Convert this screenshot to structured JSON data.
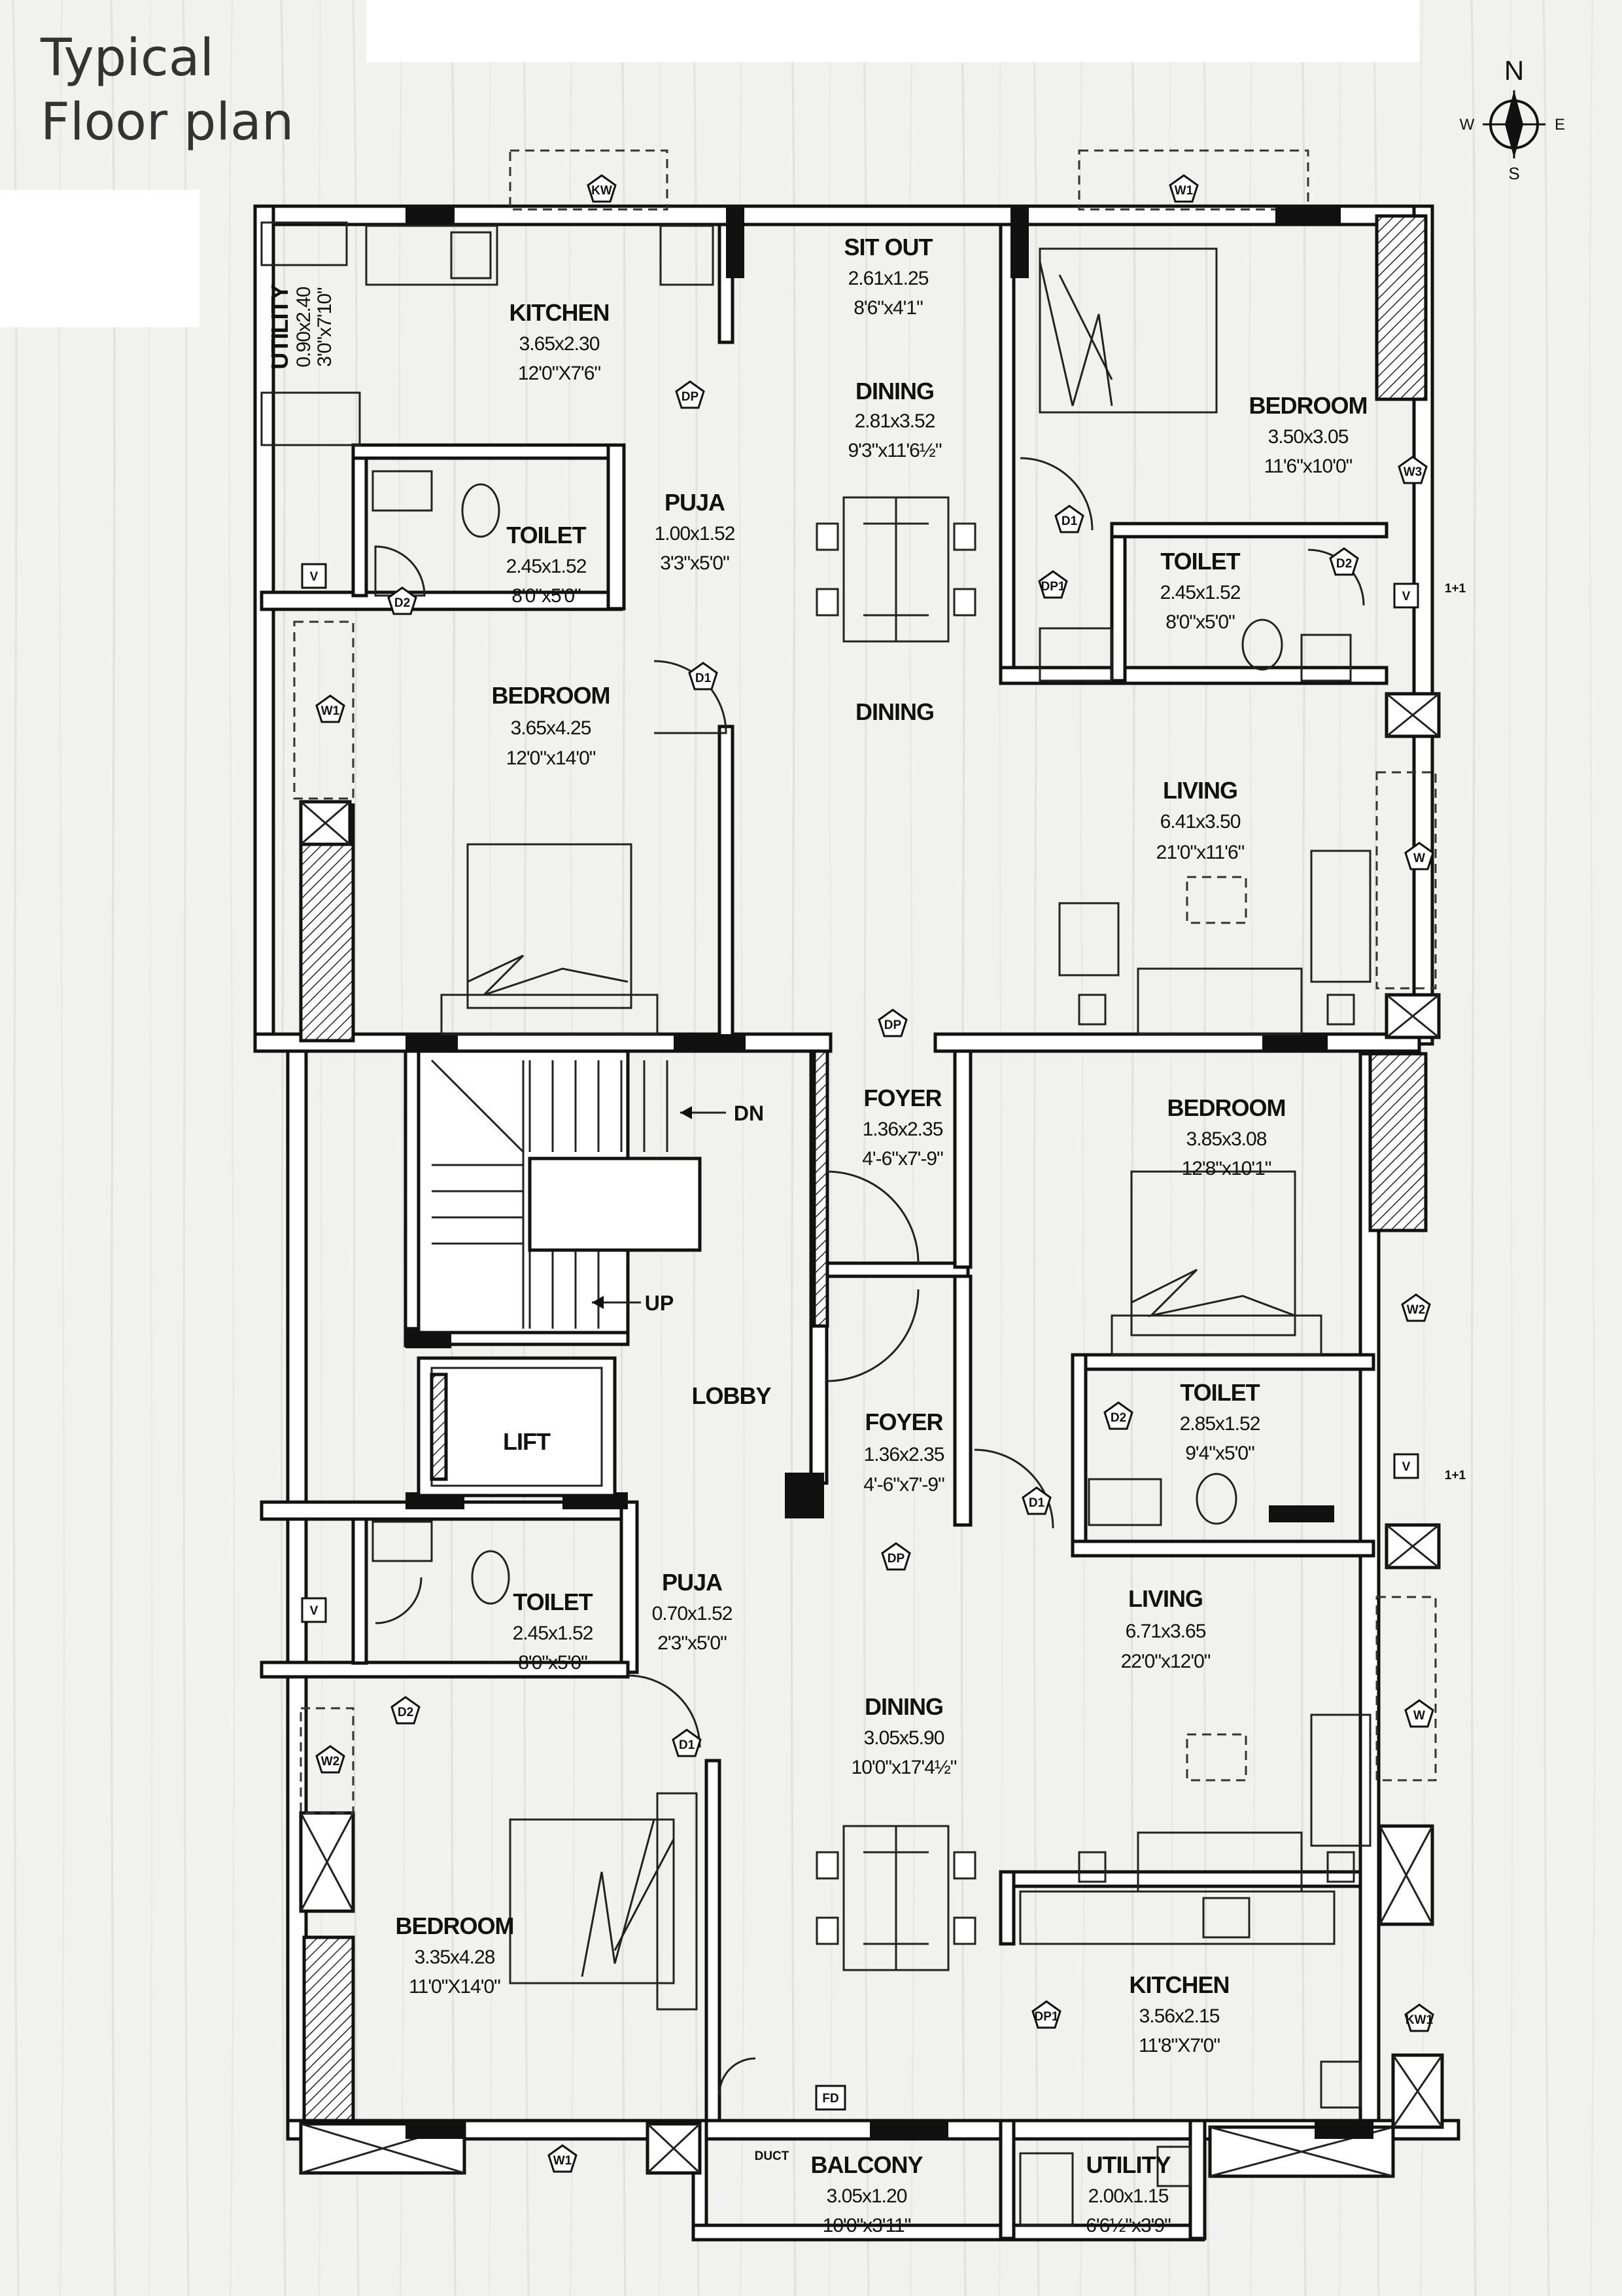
{
  "heading": {
    "line1": "Typical",
    "line2": "Floor plan"
  },
  "compass": {
    "n": "N",
    "s": "S",
    "e": "E",
    "w": "W"
  },
  "rooms": {
    "utility_top": {
      "name": "UTILITY",
      "dims_m": "0.90x2.40",
      "dims_ft": "3'0\"x7'10\""
    },
    "kitchen_top": {
      "name": "KITCHEN",
      "dims_m": "3.65x2.30",
      "dims_ft": "12'0\"X7'6\""
    },
    "sitout": {
      "name": "SIT OUT",
      "dims_m": "2.61x1.25",
      "dims_ft": "8'6\"x4'1\""
    },
    "dining_top": {
      "name": "DINING",
      "dims_m": "2.81x3.52",
      "dims_ft": "9'3\"x11'6½\""
    },
    "dining_top_label2": "DINING",
    "bedroom_tr": {
      "name": "BEDROOM",
      "dims_m": "3.50x3.05",
      "dims_ft": "11'6\"x10'0\""
    },
    "toilet_tl": {
      "name": "TOILET",
      "dims_m": "2.45x1.52",
      "dims_ft": "8'0\"x5'0\""
    },
    "puja_top": {
      "name": "PUJA",
      "dims_m": "1.00x1.52",
      "dims_ft": "3'3\"x5'0\""
    },
    "toilet_tr": {
      "name": "TOILET",
      "dims_m": "2.45x1.52",
      "dims_ft": "8'0\"x5'0\""
    },
    "bedroom_tl": {
      "name": "BEDROOM",
      "dims_m": "3.65x4.25",
      "dims_ft": "12'0\"x14'0\""
    },
    "living_top": {
      "name": "LIVING",
      "dims_m": "6.41x3.50",
      "dims_ft": "21'0\"x11'6\""
    },
    "foyer_top": {
      "name": "FOYER",
      "dims_m": "1.36x2.35",
      "dims_ft": "4'-6\"x7'-9\""
    },
    "bedroom_mr": {
      "name": "BEDROOM",
      "dims_m": "3.85x3.08",
      "dims_ft": "12'8\"x10'1\""
    },
    "lobby": {
      "name": "LOBBY"
    },
    "lift": {
      "name": "LIFT"
    },
    "foyer_bot": {
      "name": "FOYER",
      "dims_m": "1.36x2.35",
      "dims_ft": "4'-6\"x7'-9\""
    },
    "toilet_mr": {
      "name": "TOILET",
      "dims_m": "2.85x1.52",
      "dims_ft": "9'4\"x5'0\""
    },
    "toilet_bl": {
      "name": "TOILET",
      "dims_m": "2.45x1.52",
      "dims_ft": "8'0\"x5'0\""
    },
    "puja_bot": {
      "name": "PUJA",
      "dims_m": "0.70x1.52",
      "dims_ft": "2'3\"x5'0\""
    },
    "living_bot": {
      "name": "LIVING",
      "dims_m": "6.71x3.65",
      "dims_ft": "22'0\"x12'0\""
    },
    "dining_bot": {
      "name": "DINING",
      "dims_m": "3.05x5.90",
      "dims_ft": "10'0\"x17'4½\""
    },
    "bedroom_bl": {
      "name": "BEDROOM",
      "dims_m": "3.35x4.28",
      "dims_ft": "11'0\"X14'0\""
    },
    "kitchen_bot": {
      "name": "KITCHEN",
      "dims_m": "3.56x2.15",
      "dims_ft": "11'8\"X7'0\""
    },
    "balcony": {
      "name": "BALCONY",
      "dims_m": "3.05x1.20",
      "dims_ft": "10'0\"x3'11\""
    },
    "utility_bot": {
      "name": "UTILITY",
      "dims_m": "2.00x1.15",
      "dims_ft": "6'6½\"x3'9\""
    }
  },
  "stairs": {
    "dn": "DN",
    "up": "UP"
  },
  "tags": {
    "kw": "KW",
    "w1": "W1",
    "w2": "W2",
    "w3": "W3",
    "w": "W",
    "kw1": "KW1",
    "d1": "D1",
    "d2": "D2",
    "dp": "DP",
    "dp1": "DP1",
    "fd": "FD",
    "v": "V",
    "duct": "DUCT",
    "one_plus_one": "1+1"
  }
}
